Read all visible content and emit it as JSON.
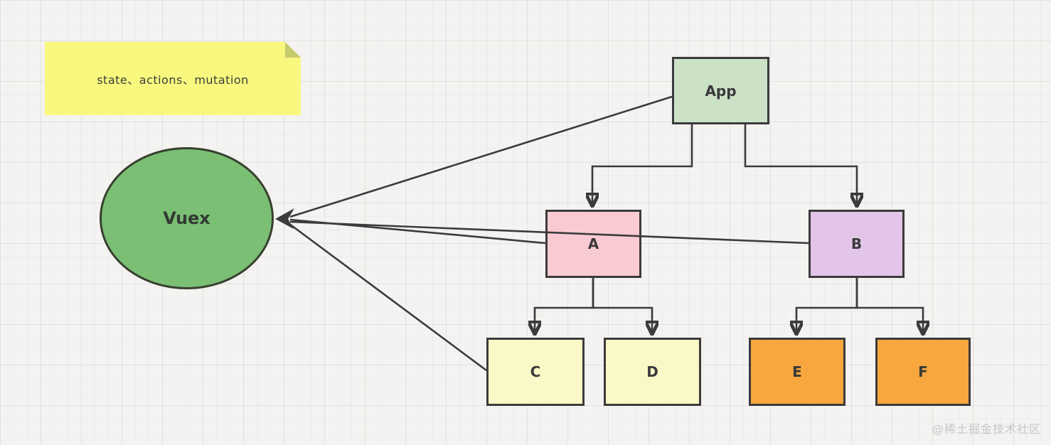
{
  "note": {
    "text": "state、actions、mutation"
  },
  "nodes": {
    "vuex": {
      "label": "Vuex",
      "fill": "#7abf74",
      "shape": "ellipse"
    },
    "app": {
      "label": "App",
      "fill": "#cbe2c7",
      "shape": "rect"
    },
    "a": {
      "label": "A",
      "fill": "#facad3",
      "shape": "rect"
    },
    "b": {
      "label": "B",
      "fill": "#e3c5e9",
      "shape": "rect"
    },
    "c": {
      "label": "C",
      "fill": "#fbf8c7",
      "shape": "rect"
    },
    "d": {
      "label": "D",
      "fill": "#fbf8c7",
      "shape": "rect"
    },
    "e": {
      "label": "E",
      "fill": "#f7a73e",
      "shape": "rect"
    },
    "f": {
      "label": "F",
      "fill": "#f7a73e",
      "shape": "rect"
    }
  },
  "edges": [
    {
      "from": "App",
      "to": "A",
      "style": "orthogonal-arrow"
    },
    {
      "from": "App",
      "to": "B",
      "style": "orthogonal-arrow"
    },
    {
      "from": "A",
      "to": "C",
      "style": "orthogonal-arrow"
    },
    {
      "from": "A",
      "to": "D",
      "style": "orthogonal-arrow"
    },
    {
      "from": "B",
      "to": "E",
      "style": "orthogonal-arrow"
    },
    {
      "from": "B",
      "to": "F",
      "style": "orthogonal-arrow"
    },
    {
      "from": "App",
      "to": "Vuex",
      "style": "straight-arrow"
    },
    {
      "from": "A",
      "to": "Vuex",
      "style": "straight-arrow"
    },
    {
      "from": "B",
      "to": "Vuex",
      "style": "straight-arrow"
    },
    {
      "from": "C",
      "to": "Vuex",
      "style": "straight-arrow"
    }
  ],
  "watermark": "@稀土掘金技术社区",
  "colors": {
    "line": "#3b3b3b",
    "background": "#f4f3f1",
    "note": "#f8f87e",
    "note_fold": "#c6ca6b"
  }
}
